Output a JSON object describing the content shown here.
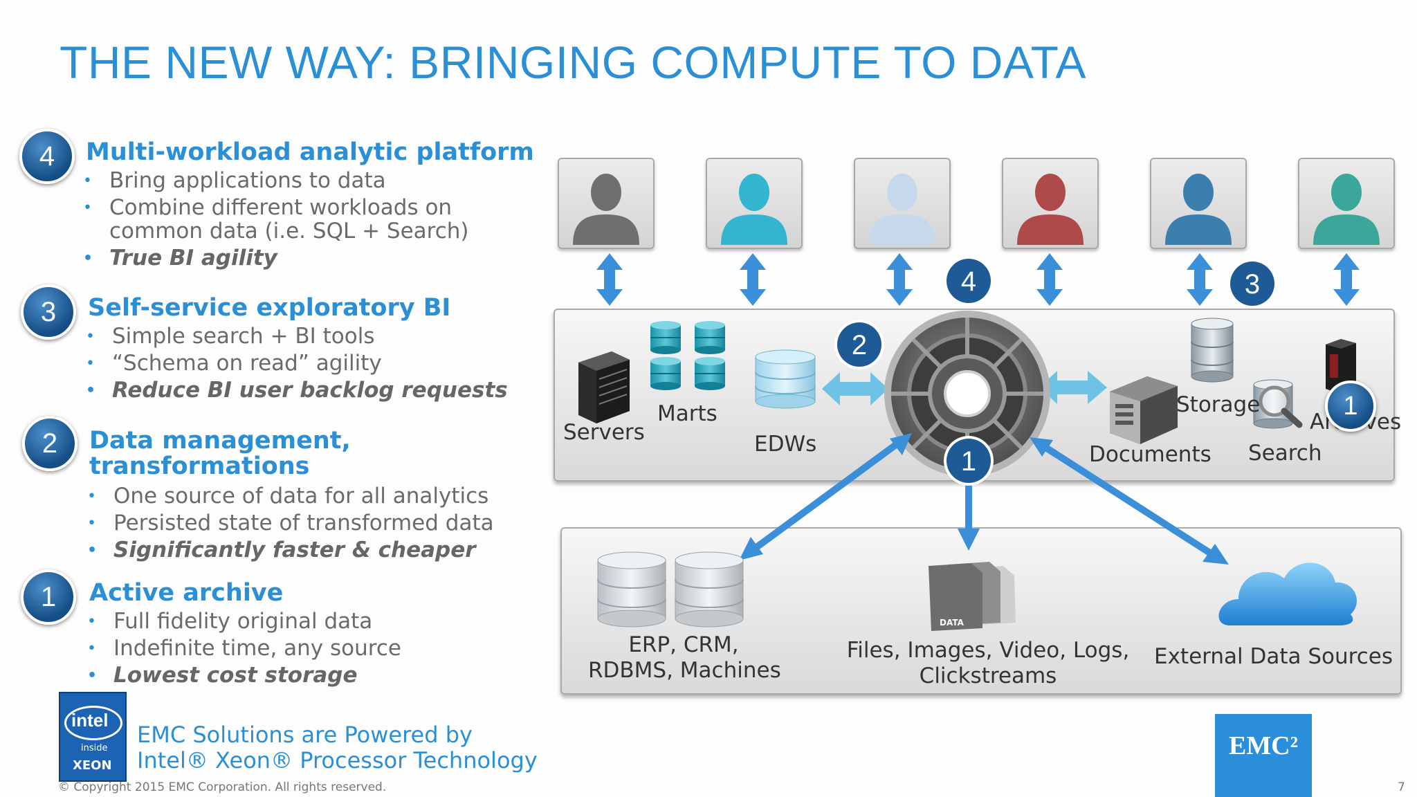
{
  "title": "THE NEW WAY: BRINGING COMPUTE TO DATA",
  "sections": [
    {
      "num": "4",
      "title": "Multi-workload analytic platform",
      "bullets": [
        "Bring applications to data",
        "Combine different workloads on",
        "common data (i.e. SQL + Search)"
      ],
      "emphasis": "True BI agility"
    },
    {
      "num": "3",
      "title": "Self-service exploratory BI",
      "bullets": [
        "Simple search + BI tools",
        "“Schema on read” agility"
      ],
      "emphasis": "Reduce BI user backlog requests"
    },
    {
      "num": "2",
      "title_line1": "Data management,",
      "title_line2": "transformations",
      "bullets": [
        "One source of data for all analytics",
        "Persisted state of transformed data"
      ],
      "emphasis": "Significantly faster & cheaper"
    },
    {
      "num": "1",
      "title": "Active archive",
      "bullets": [
        "Full fidelity original data",
        "Indefinite time, any source"
      ],
      "emphasis": "Lowest cost storage"
    }
  ],
  "diagram": {
    "user_colors": [
      "#6f6f6f",
      "#33b4cf",
      "#c6d9ec",
      "#b04a4a",
      "#3b7fae",
      "#3aa79a"
    ],
    "badges": [
      "4",
      "3",
      "2",
      "1",
      "1"
    ],
    "top_labels": {
      "servers": "Servers",
      "marts": "Marts",
      "edws": "EDWs",
      "documents": "Documents",
      "storage": "Storage",
      "search": "Search",
      "archives": "Archives"
    },
    "bottom_labels": {
      "erp_line1": "ERP, CRM,",
      "erp_line2": "RDBMS, Machines",
      "files_line1": "Files, Images, Video, Logs,",
      "files_line2": "Clickstreams",
      "external": "External Data Sources"
    },
    "doc_tag": "DATA"
  },
  "footer": {
    "intel_line1": "EMC Solutions are Powered by",
    "intel_line2": "Intel® Xeon® Processor Technology",
    "intel_logo_text": "intel",
    "intel_inside": "inside",
    "intel_xeon": "XEON",
    "emc_logo": "EMC²",
    "copyright": "© Copyright 2015 EMC Corporation. All rights reserved.",
    "page": "7"
  },
  "colors": {
    "accent": "#2b8fd6",
    "badge": "#1e5a96",
    "arrow": "#3a8fd8",
    "emc": "#2a8fd8"
  }
}
